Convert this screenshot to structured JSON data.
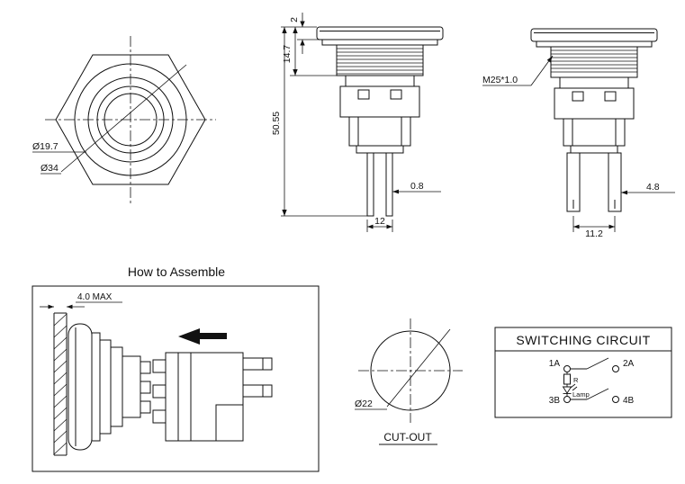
{
  "drawing": {
    "front_view": {
      "dim_inner_diameter": "Ø19.7",
      "dim_outer_diameter": "Ø34"
    },
    "side_view": {
      "dim_cap_height": "2",
      "dim_upper_height": "14.7",
      "dim_total_height": "50.55",
      "dim_pin_thickness": "0.8",
      "dim_pin_span": "12"
    },
    "rear_view": {
      "thread_spec": "M25*1.0",
      "dim_blade_width": "4.8",
      "dim_blade_spacing": "11.2"
    },
    "assembly": {
      "title": "How to Assemble",
      "dim_panel_thickness": "4.0 MAX"
    },
    "cutout": {
      "dim_diameter": "Ø22",
      "label": "CUT-OUT"
    },
    "circuit": {
      "title": "SWITCHING CIRCUIT",
      "terminal_1a": "1A",
      "terminal_2a": "2A",
      "terminal_3b": "3B",
      "terminal_4b": "4B",
      "resistor_label": "R",
      "lamp_label": "Lamp"
    }
  }
}
